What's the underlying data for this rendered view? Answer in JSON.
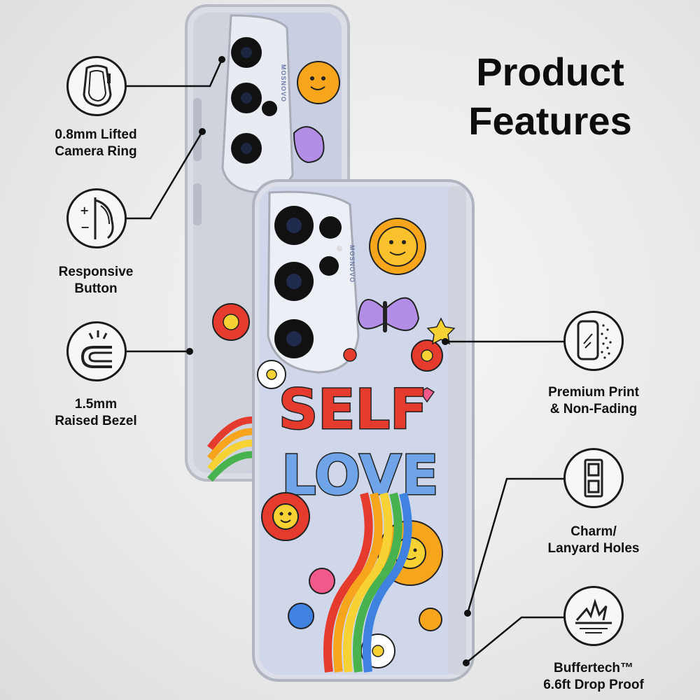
{
  "title": {
    "line1": "Product",
    "line2": "Features"
  },
  "case_brand": "MOSNOVO",
  "artwork": {
    "word1": "SELF",
    "word2": "LOVE"
  },
  "features": [
    {
      "line1": "0.8mm Lifted",
      "line2": "Camera Ring",
      "icon": "camera-ring-icon"
    },
    {
      "line1": "Responsive",
      "line2": "Button",
      "icon": "button-icon"
    },
    {
      "line1": "1.5mm",
      "line2": "Raised Bezel",
      "icon": "bezel-icon"
    },
    {
      "line1": "Premium Print",
      "line2": "& Non-Fading",
      "icon": "print-icon"
    },
    {
      "line1": "Charm/",
      "line2": "Lanyard Holes",
      "icon": "lanyard-holes-icon"
    },
    {
      "line1": "Buffertech™",
      "line2": "6.6ft Drop Proof",
      "icon": "drop-proof-icon"
    }
  ]
}
